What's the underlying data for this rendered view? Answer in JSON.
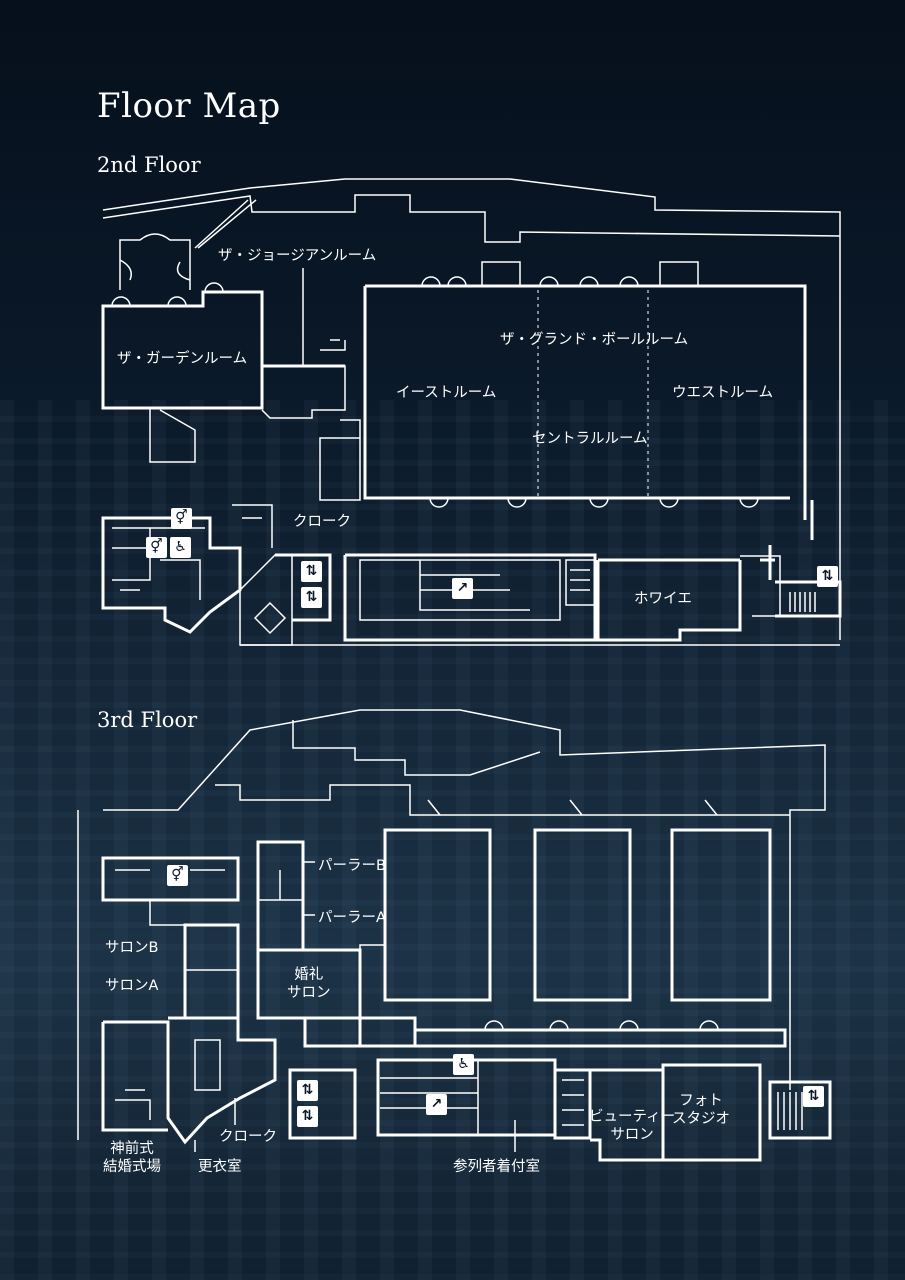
{
  "title": "Floor Map",
  "floor2": {
    "title": "2nd Floor",
    "rooms": {
      "georgian": "ザ・ジョージアンルーム",
      "garden": "ザ・ガーデンルーム",
      "grand_ballroom": "ザ・グランド・ボールルーム",
      "east": "イーストルーム",
      "west": "ウエストルーム",
      "central": "セントラルルーム",
      "cloak": "クローク",
      "foyer": "ホワイエ"
    }
  },
  "floor3": {
    "title": "3rd Floor",
    "rooms": {
      "parlor_b": "パーラーB",
      "parlor_a": "パーラーA",
      "salon_b": "サロンB",
      "salon_a": "サロンA",
      "wedding_salon_1": "婚礼",
      "wedding_salon_2": "サロン",
      "shinto_1": "神前式",
      "shinto_2": "結婚式場",
      "cloak": "クローク",
      "dressing": "更衣室",
      "attendee_dressing": "参列者着付室",
      "beauty_1": "ビューティー",
      "beauty_2": "サロン",
      "photo_1": "フォト",
      "photo_2": "スタジオ"
    }
  },
  "icons": [
    "restroom-icon",
    "accessible-restroom-icon",
    "elevator-icon",
    "escalator-icon",
    "stairs-icon"
  ]
}
